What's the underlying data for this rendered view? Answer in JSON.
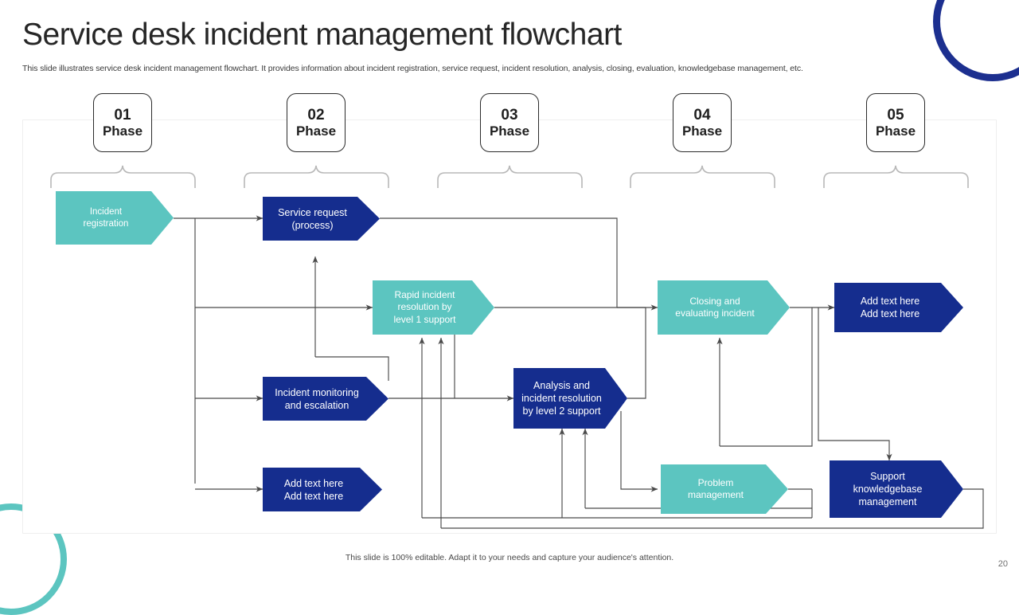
{
  "header": {
    "title": "Service desk incident management flowchart",
    "subtitle": "This slide illustrates service desk incident management flowchart. It provides information about incident registration, service request, incident resolution, analysis, closing, evaluation, knowledgebase management, etc."
  },
  "phases": [
    {
      "number": "01",
      "word": "Phase"
    },
    {
      "number": "02",
      "word": "Phase"
    },
    {
      "number": "03",
      "word": "Phase"
    },
    {
      "number": "04",
      "word": "Phase"
    },
    {
      "number": "05",
      "word": "Phase"
    }
  ],
  "nodes": [
    {
      "id": "incident-registration",
      "text": "Incident registration",
      "color": "teal",
      "phase": "01"
    },
    {
      "id": "service-request",
      "text": "Service request (process)",
      "color": "navy",
      "phase": "02"
    },
    {
      "id": "incident-monitoring",
      "text": "Incident monitoring and escalation",
      "color": "navy",
      "phase": "02"
    },
    {
      "id": "phase2-placeholder",
      "text": "Add text here Add text here",
      "color": "navy",
      "phase": "02"
    },
    {
      "id": "rapid-incident-resolution",
      "text": "Rapid incident resolution by level 1 support",
      "color": "teal",
      "phase": "03"
    },
    {
      "id": "analysis-incident-resolution",
      "text": "Analysis and incident resolution by level 2 support",
      "color": "navy",
      "phase": "03"
    },
    {
      "id": "closing-evaluating",
      "text": "Closing and evaluating incident",
      "color": "teal",
      "phase": "04"
    },
    {
      "id": "problem-management",
      "text": "Problem management",
      "color": "teal",
      "phase": "04"
    },
    {
      "id": "phase5-placeholder",
      "text": "Add text here Add text here",
      "color": "navy",
      "phase": "05"
    },
    {
      "id": "support-knowledgebase",
      "text": "Support knowledgebase management",
      "color": "navy",
      "phase": "05"
    }
  ],
  "node_lines": {
    "incident_registration": [
      "Incident",
      "registration"
    ],
    "service_request": [
      "Service request",
      "(process)"
    ],
    "incident_monitoring": [
      "Incident monitoring",
      "and escalation"
    ],
    "phase2_placeholder": [
      "Add text here",
      "Add text here"
    ],
    "rapid_incident_resolution": [
      "Rapid incident",
      "resolution by",
      "level 1 support"
    ],
    "analysis_incident_resolution": [
      "Analysis and",
      "incident resolution",
      "by level 2 support"
    ],
    "closing_evaluating": [
      "Closing and",
      "evaluating incident"
    ],
    "problem_management": [
      "Problem",
      "management"
    ],
    "phase5_placeholder": [
      "Add text here",
      "Add text here"
    ],
    "support_knowledgebase": [
      "Support",
      "knowledgebase",
      "management"
    ]
  },
  "footer": {
    "note": "This slide is 100% editable. Adapt it to your needs and capture your audience's attention.",
    "page": "20"
  },
  "colors": {
    "teal": "#5cc5c0",
    "navy": "#152d8e",
    "arc_navy": "#1c2f8f",
    "arc_teal": "#5cc5c0",
    "text_dark": "#262626",
    "connector": "#4a4a4a",
    "bracket": "#b8b8b8"
  }
}
